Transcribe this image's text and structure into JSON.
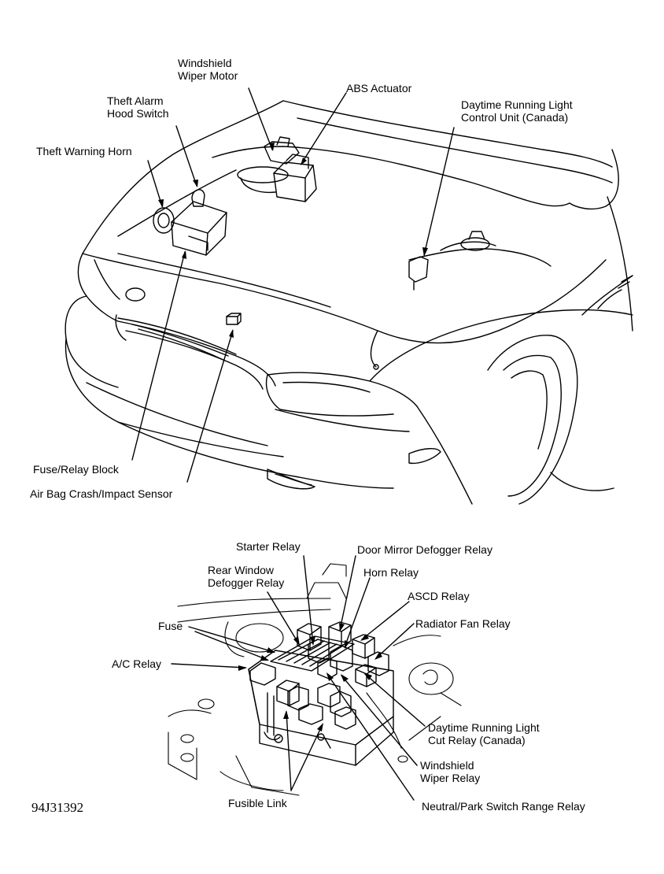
{
  "top_labels": {
    "windshield_wiper_motor": [
      "Windshield",
      "Wiper Motor"
    ],
    "abs_actuator": "ABS Actuator",
    "theft_alarm_hood_switch": [
      "Theft Alarm",
      "Hood Switch"
    ],
    "daytime_running_light_control": [
      "Daytime Running Light",
      "Control Unit (Canada)"
    ],
    "theft_warning_horn": "Theft Warning Horn",
    "fuse_relay_block": "Fuse/Relay Block",
    "air_bag_sensor": "Air Bag Crash/Impact Sensor"
  },
  "bottom_labels": {
    "starter_relay": "Starter Relay",
    "door_mirror_defogger_relay": "Door Mirror Defogger Relay",
    "rear_window_defogger_relay": [
      "Rear Window",
      "Defogger Relay"
    ],
    "horn_relay": "Horn Relay",
    "ascd_relay": "ASCD Relay",
    "fuse": "Fuse",
    "radiator_fan_relay": "Radiator Fan Relay",
    "ac_relay": "A/C Relay",
    "drl_cut_relay": [
      "Daytime Running Light",
      "Cut Relay (Canada)"
    ],
    "windshield_wiper_relay": [
      "Windshield",
      "Wiper Relay"
    ],
    "fusible_link": "Fusible Link",
    "neutral_park_relay": "Neutral/Park Switch Range Relay"
  },
  "figure_id": "94J31392"
}
